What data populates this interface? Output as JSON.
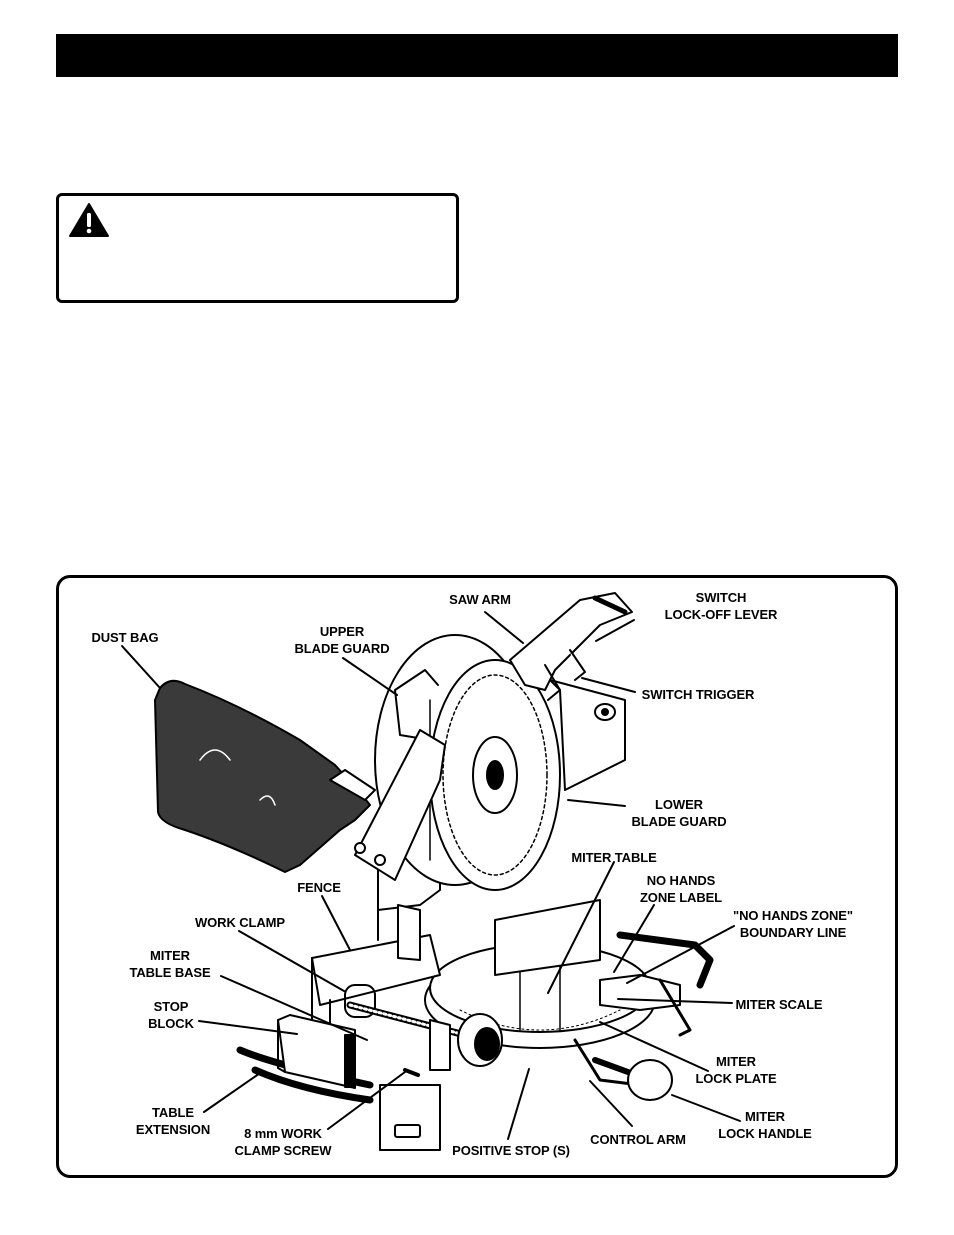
{
  "labels": {
    "saw_arm": "SAW ARM",
    "switch_lock_off_lever": "SWITCH\nLOCK-OFF LEVER",
    "dust_bag": "DUST BAG",
    "upper_blade_guard": "UPPER\nBLADE GUARD",
    "switch_trigger": "SWITCH TRIGGER",
    "lower_blade_guard": "LOWER\nBLADE GUARD",
    "miter_table": "MITER TABLE",
    "no_hands_zone_label": "NO HANDS\nZONE LABEL",
    "fence": "FENCE",
    "work_clamp": "WORK CLAMP",
    "no_hands_zone_boundary": "\"NO HANDS ZONE\"\nBOUNDARY LINE",
    "miter_table_base": "MITER\nTABLE BASE",
    "stop_block": "STOP\nBLOCK",
    "miter_scale": "MITER SCALE",
    "miter_lock_plate": "MITER\nLOCK PLATE",
    "miter_lock_handle": "MITER\nLOCK HANDLE",
    "table_extension": "TABLE\nEXTENSION",
    "work_clamp_screw": "8 mm WORK\nCLAMP SCREW",
    "positive_stop": "POSITIVE STOP (S)",
    "control_arm": "CONTROL ARM"
  },
  "icons": {
    "warning": "warning-triangle-icon"
  },
  "colors": {
    "ink": "#000000",
    "paper": "#ffffff",
    "bag_fill": "#3a3a3a"
  }
}
